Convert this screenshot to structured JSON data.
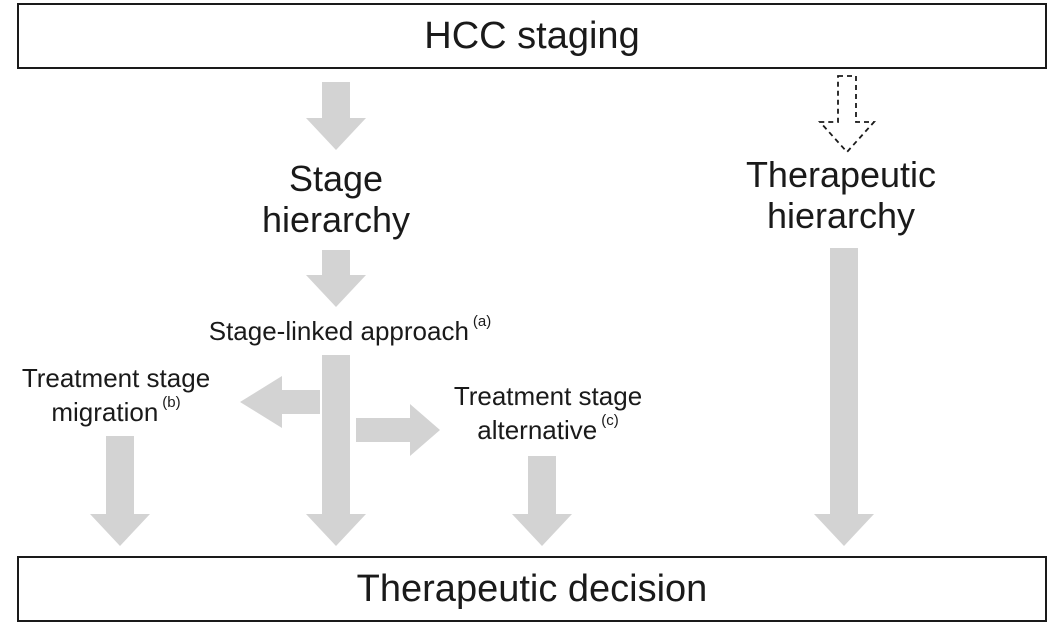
{
  "top_box": {
    "label": "HCC staging"
  },
  "bottom_box": {
    "label": "Therapeutic decision"
  },
  "stage_hierarchy": {
    "line1": "Stage",
    "line2": "hierarchy"
  },
  "therapeutic_hierarchy": {
    "line1": "Therapeutic",
    "line2": "hierarchy"
  },
  "stage_linked": {
    "label": "Stage-linked approach",
    "note": "(a)"
  },
  "migration": {
    "line1": "Treatment stage",
    "line2": "migration",
    "note": "(b)"
  },
  "alternative": {
    "line1": "Treatment stage",
    "line2": "alternative",
    "note": "(c)"
  },
  "colors": {
    "arrow_fill": "#d3d3d3",
    "border": "#1a1a1a",
    "dashed_arrow": "#1a1a1a"
  }
}
